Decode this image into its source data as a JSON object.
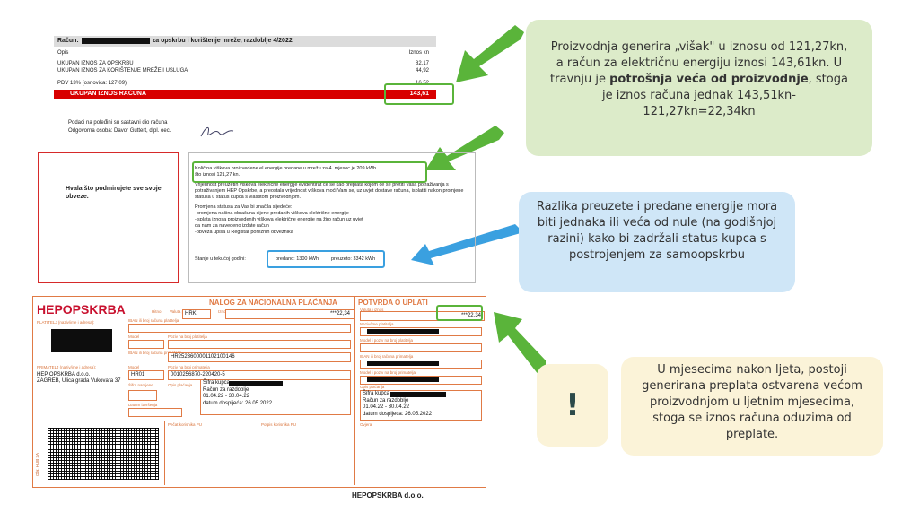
{
  "invoice": {
    "title_prefix": "Račun:",
    "title_suffix": "za opskrbu i korištenje mreže, razdoblje 4/2022",
    "col_desc": "Opis",
    "col_amount": "Iznos kn",
    "rows": [
      {
        "label": "UKUPAN IZNOS ZA OPSKRBU",
        "value": "82,17"
      },
      {
        "label": "UKUPAN IZNOS ZA KORIŠTENJE MREŽE I USLUGA",
        "value": "44,92"
      },
      {
        "label": "PDV 13%   (osnovica: 127,09)",
        "value": "16,52"
      }
    ],
    "total_label": "UKUPAN IZNOS RAČUNA",
    "total_value": "143,61",
    "footer1": "Podaci na poleđini su sastavni dio računa",
    "footer2": "Odgovorna osoba:  Davor Guttert, dipl. oec."
  },
  "bubbles": {
    "b1": "Proizvodnja generira „višak\" u iznosu od 121,27kn, a račun za električnu energiju iznosi 143,61kn. U travnju je",
    "b1_bold": "potrošnja veća od proizvodnje",
    "b1_end": ", stoga je iznos računa jednak 143,51kn-121,27kn=22,34kn",
    "b2": "Razlika preuzete i predane energije mora biti jednaka ili veća od nule (na godišnjoj razini) kako bi zadržali status kupca s postrojenjem za samoopskrbu",
    "b3": "U mjesecima nakon ljeta, postoji generirana preplata ostvarena većom proizvodnjom u ljetnim mjesecima, stoga se iznos računa oduzima od preplate.",
    "b3_icon": "!"
  },
  "notice": {
    "thanks": "Hvala što podmirujete sve svoje obveze.",
    "line1": "Količina viškova proizvedene el.energije predane u mrežu za 4. mjesec je 209 kWh",
    "line2": "što iznosi 121,27 kn.",
    "para": "Vrijednost preuzetih viškova električne energije evidentirat će se kao preplata kojom će se pretiti Vaša potraživanja s potraživanjem HEP Opskrbe, a preostala vrijednost viškova moći Vam se, uz uvjet dostave računa, isplatiti nakon promjene statusa u status kupca s vlastitom proizvodnjom.",
    "p2_title": "Promjena statusa za Vas bi značila sljedeće:",
    "p2_l1": "-promjena načina obračuna cijene predanih viškova električne energije",
    "p2_l2": "-isplata iznosa proizvedenih viškova električne energije na žiro račun uz uvjet",
    "p2_l3": " da nam za navedeno izdate račun",
    "p2_l4": "-obveza upisa u Registar poreznih obveznika",
    "state_label": "Stanje u tekućoj godini:",
    "state_given": "predano: 1300 kWh",
    "state_taken": "preuzeto: 3342 kWh"
  },
  "slip": {
    "logo": "HEPOPSKRBA",
    "title": "NALOG ZA NACIONALNA PLAĆANJA",
    "title2": "POTVRDA O UPLATI",
    "currency": "HRK",
    "amount": "***22,34",
    "payer_label": "PLATITELJ (naziv/ime i adresa):",
    "recipient_label": "PRIMATELJ (naziv/ime i adresa):",
    "recipient_name": "HEP OPSKRBA d.o.o.",
    "recipient_addr": "ZAGREB, Ulica grada Vukovara 37",
    "iban": "HR2523600001102100146",
    "model": "HR01",
    "reference": "0010256870-220420-5",
    "desc1": "Šifra kupca",
    "desc2": "Račun za razdoblje",
    "desc3": "01.04.22 - 30.04.22",
    "desc4": "datum dospijeća: 26.05.2022",
    "footer": "HEPOPSKRBA d.o.o.",
    "lbl_iban_payer": "IBAN ili broj računa platitelja",
    "lbl_model": "Model",
    "lbl_ref_payer": "Poziv na broj platitelja",
    "lbl_iban_rec": "IBAN ili broj računa primatelja",
    "lbl_ref_rec": "Poziv na broj primatelja",
    "lbl_purpose": "Šifra namjene",
    "lbl_desc": "Opis plaćanja",
    "lbl_date": "Datum izvršenja",
    "lbl_sign_payer": "Pečat korisnika PU",
    "lbl_sign": "Potpis korisnika PU",
    "lbl_valuta": "Valuta plaćanja",
    "lbl_iznos": "Iznos",
    "lbl_hitno": "Hitno",
    "lbl_r_amount": "Valuta i iznos",
    "lbl_r_payer": "Naziv/ime platitelja",
    "lbl_r_model": "Model i poziv na broj platitelja",
    "lbl_r_iban": "IBAN ili broj računa primatelja",
    "lbl_r_ref": "Model i poziv na broj primatelja",
    "lbl_r_desc": "Opis plaćanja",
    "lbl_r_stamp": "Ovjera",
    "side": "Obr. HUB 3A"
  },
  "colors": {
    "green": "#5ab43a",
    "green_bubble": "#dcebc9",
    "blue_bubble": "#cfe6f7",
    "yellow_bubble": "#fbf3d8",
    "red": "#d80000",
    "orange": "#e07a45"
  }
}
